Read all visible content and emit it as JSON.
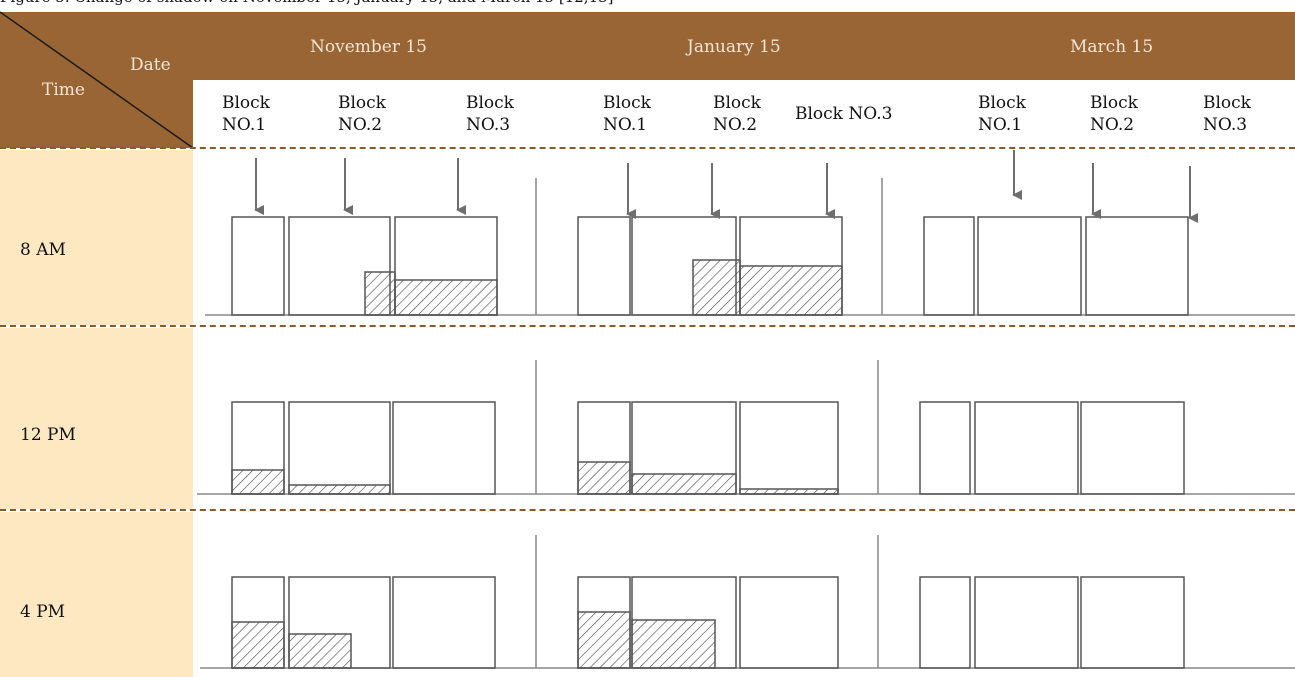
{
  "caption": "Figure 5. Change of shadow on November 15, January 15, and March 15 [12,13]",
  "header": {
    "corner_top": "Date",
    "corner_bottom": "Time",
    "dates": [
      "November 15",
      "January 15",
      "March 15"
    ],
    "blocks": [
      [
        "Block NO.1",
        "Block NO.2",
        "Block NO.3"
      ],
      [
        "Block NO.1",
        "Block NO.2",
        "Block NO.3"
      ],
      [
        "Block NO.1",
        "Block NO.2",
        "Block NO.3"
      ]
    ]
  },
  "rows": [
    {
      "time": "8 AM"
    },
    {
      "time": "12 PM"
    },
    {
      "time": "4 PM"
    }
  ],
  "colors": {
    "header_bg": "#9a6535",
    "time_column_bg": "#fde8c2",
    "line": "#777777",
    "arrow": "#6e6e6e"
  }
}
